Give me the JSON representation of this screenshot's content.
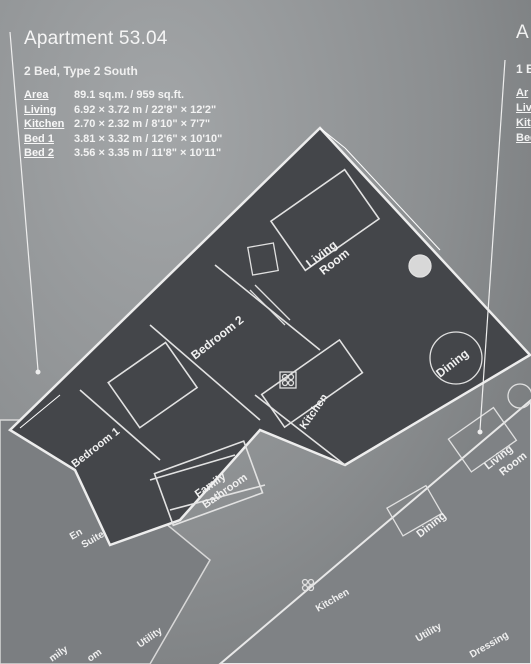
{
  "apartment": {
    "title": "Apartment 53.04",
    "subtitle": "2 Bed, Type 2 South",
    "specs": [
      {
        "label": "Area",
        "value": "89.1 sq.m. / 959 sq.ft."
      },
      {
        "label": "Living",
        "value": "6.92 × 3.72 m / 22'8\" × 12'2\""
      },
      {
        "label": "Kitchen",
        "value": "2.70 × 2.32 m / 8'10\" × 7'7\""
      },
      {
        "label": "Bed 1",
        "value": "3.81 × 3.32 m / 12'6\" × 10'10\""
      },
      {
        "label": "Bed 2",
        "value": "3.56 × 3.35 m / 11'8\" × 10'11\""
      }
    ]
  },
  "next_panel": {
    "title": "A",
    "subtitle": "1 B",
    "keys": [
      "Ar",
      "Liv",
      "Kit",
      "Bed"
    ]
  },
  "rooms": {
    "living": [
      "Living",
      "Room"
    ],
    "dining": "Dining",
    "bed2": "Bedroom 2",
    "kitchen": "Kitchen",
    "bed1": "Bedroom 1",
    "bath": [
      "Family",
      "Bathroom"
    ],
    "ensuite": [
      "En",
      "Suite"
    ],
    "utility": "Utility",
    "n_living": [
      "Living",
      "Room"
    ],
    "n_dining": "Dining",
    "n_kitchen": "Kitchen",
    "n_utility": "Utility",
    "n_dressing": "Dressing",
    "n_partial": "mily",
    "n_partial2": "om"
  },
  "colors": {
    "background": "#8f9294",
    "highlight_unit": "#44464a",
    "lines": "#e6e6e6"
  }
}
